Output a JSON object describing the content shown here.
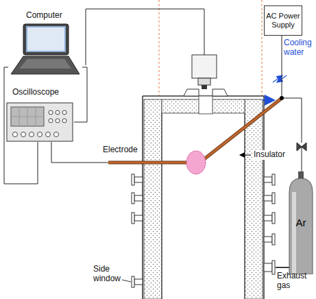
{
  "diagram": {
    "nodes": [
      {
        "text": [
          "Computer"
        ]
      },
      {
        "text": [
          "Oscilloscope"
        ]
      },
      {
        "text": [
          "AC Power Supply"
        ]
      },
      {
        "text": [
          "Ar"
        ]
      }
    ],
    "edges": [
      {
        "from": 0,
        "to": 1,
        "arrow": "none"
      }
    ],
    "labels": [
      "Electrode",
      "Cooling water",
      "Insulator",
      "Side window",
      "Exhaust gas"
    ]
  }
}
